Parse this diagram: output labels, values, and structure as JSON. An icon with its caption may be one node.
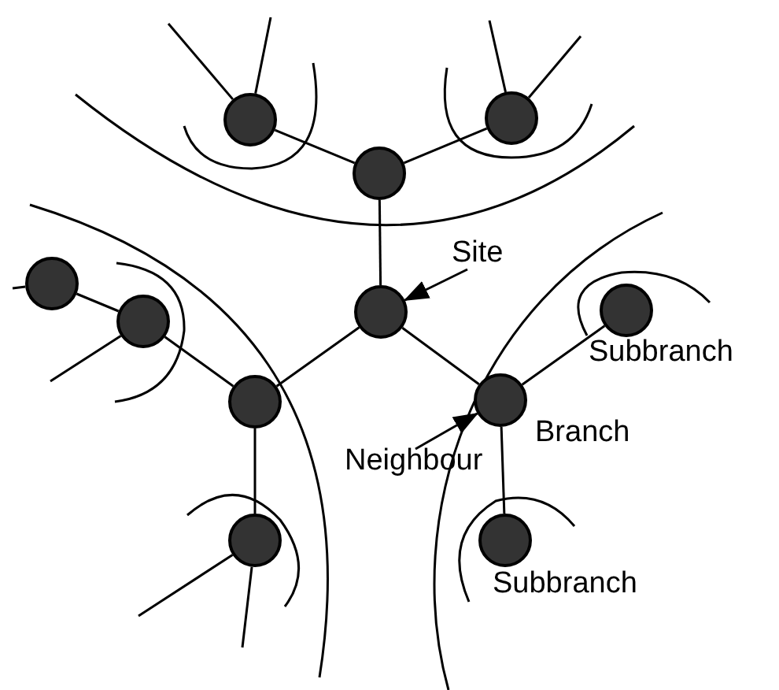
{
  "diagram": {
    "nodes": [
      {
        "text": [],
        "shape": "circle"
      },
      {
        "text": [],
        "shape": "circle"
      },
      {
        "text": [],
        "shape": "circle"
      },
      {
        "text": [
          "Site"
        ]
      },
      {
        "text": [],
        "shape": "circle"
      },
      {
        "text": [],
        "shape": "circle"
      },
      {
        "text": [],
        "shape": "circle"
      },
      {
        "text": [],
        "shape": "circle",
        "beside": [
          "Subbranch"
        ]
      },
      {
        "text": [],
        "shape": "circle"
      },
      {
        "text": [],
        "shape": "circle",
        "beside": [
          "Branch"
        ]
      },
      {
        "text": [
          "Neighbour"
        ]
      },
      {
        "text": [],
        "shape": "circle"
      },
      {
        "text": [],
        "shape": "circle",
        "beside": [
          "Subbranch"
        ]
      }
    ],
    "edges": [
      {
        "from": 4,
        "to": 2,
        "arrow": "none"
      },
      {
        "from": 4,
        "to": 8,
        "arrow": "none"
      },
      {
        "from": 4,
        "to": 9,
        "arrow": "none"
      },
      {
        "from": 2,
        "to": 0,
        "arrow": "none"
      },
      {
        "from": 2,
        "to": 1,
        "arrow": "none"
      },
      {
        "from": 8,
        "to": 6,
        "arrow": "none"
      },
      {
        "from": 6,
        "to": 5,
        "arrow": "none"
      },
      {
        "from": 8,
        "to": 11,
        "arrow": "none"
      },
      {
        "from": 9,
        "to": 7,
        "arrow": "none"
      },
      {
        "from": 9,
        "to": 12,
        "arrow": "none"
      },
      {
        "from": 3,
        "to": 4,
        "arrow": "to"
      },
      {
        "from": 10,
        "to": 9,
        "arrow": "to"
      },
      {
        "from": 0,
        "to": null,
        "arrow": "none"
      },
      {
        "from": 0,
        "to": null,
        "arrow": "none"
      },
      {
        "from": 1,
        "to": null,
        "arrow": "none"
      },
      {
        "from": 1,
        "to": null,
        "arrow": "none"
      },
      {
        "from": 5,
        "to": null,
        "arrow": "none"
      },
      {
        "from": 6,
        "to": null,
        "arrow": "none"
      },
      {
        "from": 11,
        "to": null,
        "arrow": "none"
      },
      {
        "from": 11,
        "to": null,
        "arrow": "none"
      }
    ]
  }
}
